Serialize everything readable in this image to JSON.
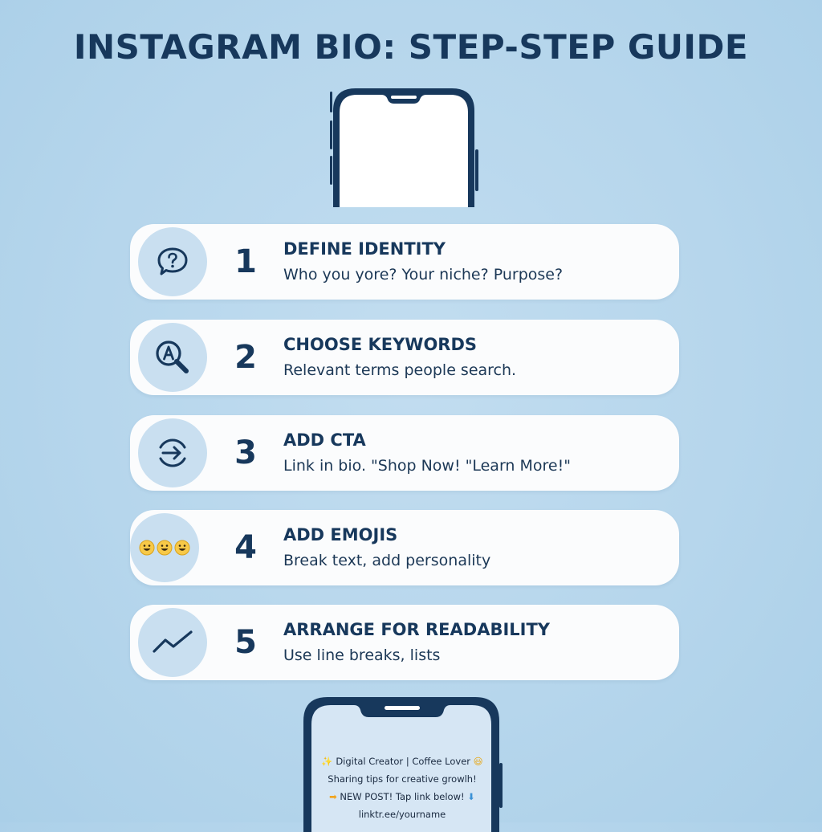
{
  "title": "INSTAGRAM BIO: STEP-STEP GUIDE",
  "steps": [
    {
      "number": "1",
      "heading": "DEFINE IDENTITY",
      "description": "Who you yore? Your niche? Purpose?",
      "icon": "question-bubble-icon"
    },
    {
      "number": "2",
      "heading": "CHOOSE KEYWORDS",
      "description": "Relevant terms people search.",
      "icon": "keyword-search-icon"
    },
    {
      "number": "3",
      "heading": "ADD CTA",
      "description": "Link in bio. \"Shop Now! \"Learn More!\"",
      "icon": "arrow-circle-icon"
    },
    {
      "number": "4",
      "heading": "ADD EMOJIS",
      "description": "Break text, add personality",
      "icon": "smiley-emojis-icon",
      "icon_glyphs": "😃😃😃"
    },
    {
      "number": "5",
      "heading": "ARRANGE FOR READABILITY",
      "description": "Use line breaks, lists",
      "icon": "trend-line-icon"
    }
  ],
  "bio_preview": {
    "line1": "Digital Creator | Coffee Lover",
    "line1_prefix": "✨",
    "line1_suffix": "😃",
    "line2": "Sharing tips for creative growlh!",
    "line3": "NEW POST! Tap link below!",
    "line3_prefix": "➡",
    "line3_suffix": "⬇",
    "line4": "linktr.ee/yourname"
  },
  "colors": {
    "background": "#b6d6ec",
    "navy": "#17385c",
    "card": "#fbfcfd",
    "icon_circle": "#c9dff0"
  }
}
